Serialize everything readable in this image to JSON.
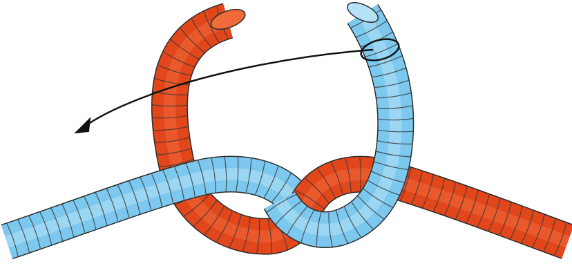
{
  "figure": {
    "colors": {
      "blue_rope_fill": "#7cc8ee",
      "blue_rope_light": "#b4e2f7",
      "red_rope_fill": "#e2461b",
      "red_rope_light": "#f06a3a",
      "outline": "#2b2b2b",
      "segment_line": "#3a3a3a",
      "arrow": "#111111",
      "background": "#ffffff"
    },
    "elements": [
      {
        "name": "blue-rope",
        "color": "blue"
      },
      {
        "name": "red-rope",
        "color": "red"
      },
      {
        "name": "direction-arrow",
        "icon": "curved-arrow-left"
      }
    ]
  }
}
